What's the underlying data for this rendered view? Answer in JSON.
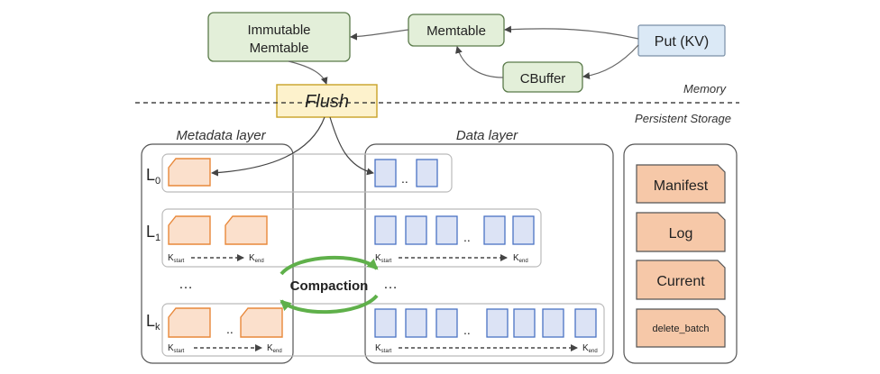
{
  "memory": {
    "immutable_memtable_line1": "Immutable",
    "immutable_memtable_line2": "Memtable",
    "memtable": "Memtable",
    "put": "Put (KV)",
    "cbuffer": "CBuffer",
    "flush": "Flush",
    "memory_label": "Memory",
    "persistent_label": "Persistent Storage"
  },
  "layers": {
    "metadata_title": "Metadata layer",
    "data_title": "Data layer",
    "level_l0": "L",
    "level_l0_sub": "0",
    "level_l1": "L",
    "level_l1_sub": "1",
    "level_lk": "L",
    "level_lk_sub": "k",
    "middle_ellipsis": "…",
    "inner_ellipsis": "..",
    "compaction": "Compaction"
  },
  "key_range": {
    "k": "K",
    "start_sub": "start",
    "end_sub": "end"
  },
  "files": {
    "manifest": "Manifest",
    "log": "Log",
    "current": "Current",
    "delete_batch": "delete_batch"
  },
  "colors": {
    "memtable_fill": "#e3efd9",
    "memtable_stroke": "#5a7a4a",
    "put_fill": "#dbe9f6",
    "flush_fill": "#fdf2cc",
    "flush_stroke": "#c9a227",
    "meta_file_fill": "#fbe0cc",
    "meta_file_stroke": "#e8883a",
    "data_block_fill": "#dce3f5",
    "data_block_stroke": "#4a72c4",
    "side_file_fill": "#f6c8a8",
    "compaction_arrow": "#5fb04a"
  }
}
